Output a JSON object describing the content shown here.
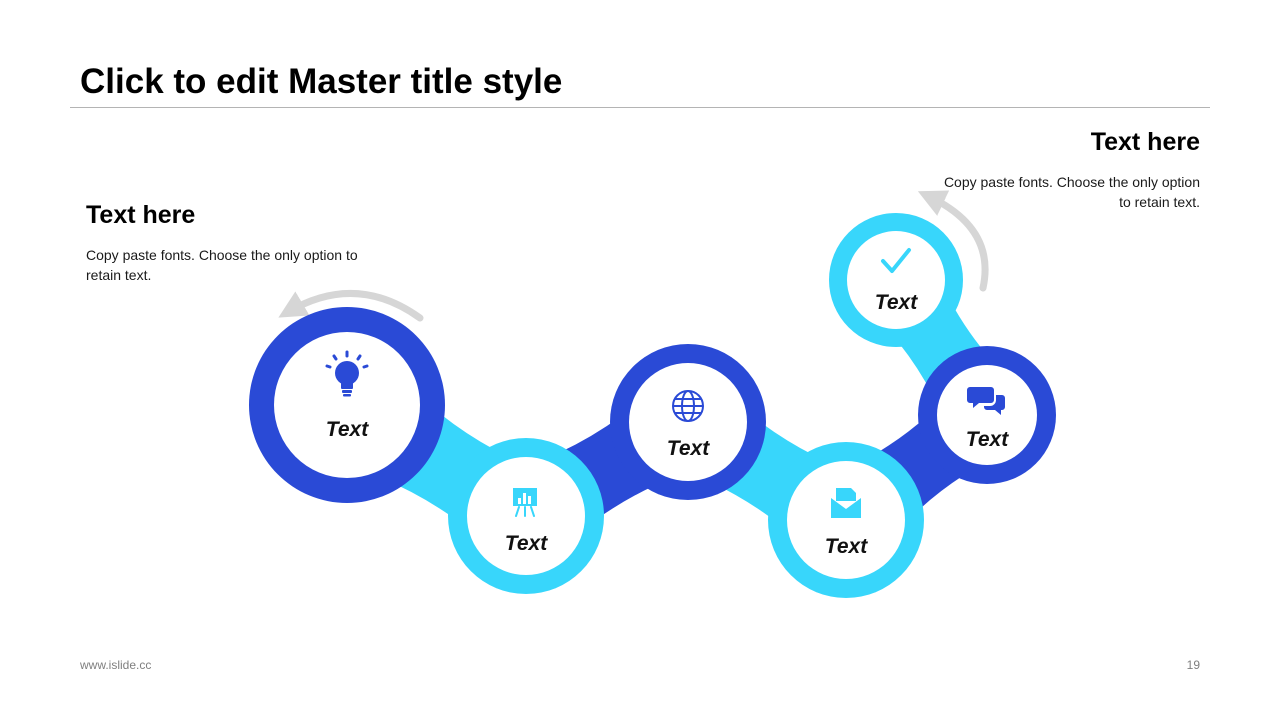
{
  "title": "Click to edit Master title style",
  "left_block": {
    "heading": "Text here",
    "body": "Copy paste fonts. Choose the only option to retain text."
  },
  "right_block": {
    "heading": "Text here",
    "body": "Copy paste fonts. Choose the only option to retain text."
  },
  "footer": {
    "website": "www.islide.cc",
    "page_number": "19"
  },
  "colors": {
    "dark_blue": "#2a4ad6",
    "light_blue": "#38d6fb",
    "arrow_gray": "#d6d6d6",
    "text": "#111111"
  },
  "nodes": [
    {
      "label": "Text",
      "icon": "lightbulb-icon",
      "color": "dark"
    },
    {
      "label": "Text",
      "icon": "presentation-chart-icon",
      "color": "light"
    },
    {
      "label": "Text",
      "icon": "globe-icon",
      "color": "dark"
    },
    {
      "label": "Text",
      "icon": "envelope-document-icon",
      "color": "light"
    },
    {
      "label": "Text",
      "icon": "chat-bubbles-icon",
      "color": "dark"
    },
    {
      "label": "Text",
      "icon": "checkmark-icon",
      "color": "light"
    }
  ]
}
